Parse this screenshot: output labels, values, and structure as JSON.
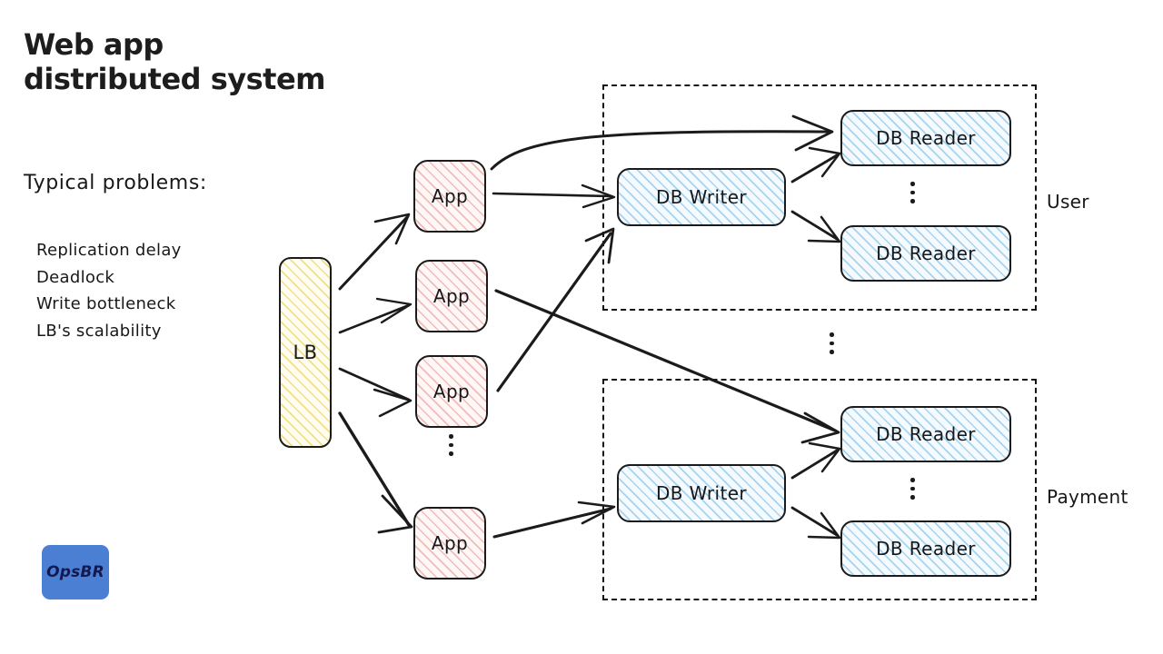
{
  "title": "Web app\ndistributed system",
  "problems": {
    "heading": "Typical problems:",
    "items": [
      "Replication delay",
      "Deadlock",
      "Write bottleneck",
      "LB's scalability"
    ]
  },
  "logo": {
    "text": "OpsBR",
    "bg": "#4a7fd4",
    "fg": "#131a4f"
  },
  "nodes": {
    "lb": {
      "label": "LB",
      "fill": "#f2de86"
    },
    "apps": [
      {
        "label": "App"
      },
      {
        "label": "App"
      },
      {
        "label": "App"
      },
      {
        "label": "App"
      }
    ],
    "writers": [
      {
        "label": "DB Writer"
      },
      {
        "label": "DB Writer"
      }
    ],
    "readers": [
      {
        "label": "DB Reader"
      },
      {
        "label": "DB Reader"
      },
      {
        "label": "DB Reader"
      },
      {
        "label": "DB Reader"
      }
    ]
  },
  "groups": [
    {
      "label": "User"
    },
    {
      "label": "Payment"
    }
  ],
  "colors": {
    "ink": "#1b1b1b",
    "app_hatch": "#f0bcb8",
    "db_hatch": "#a8d3ee",
    "lb_hatch": "#f2de86",
    "logo_blue": "#4a7fd4"
  },
  "ellipsis_glyph": "vertical-ellipsis"
}
